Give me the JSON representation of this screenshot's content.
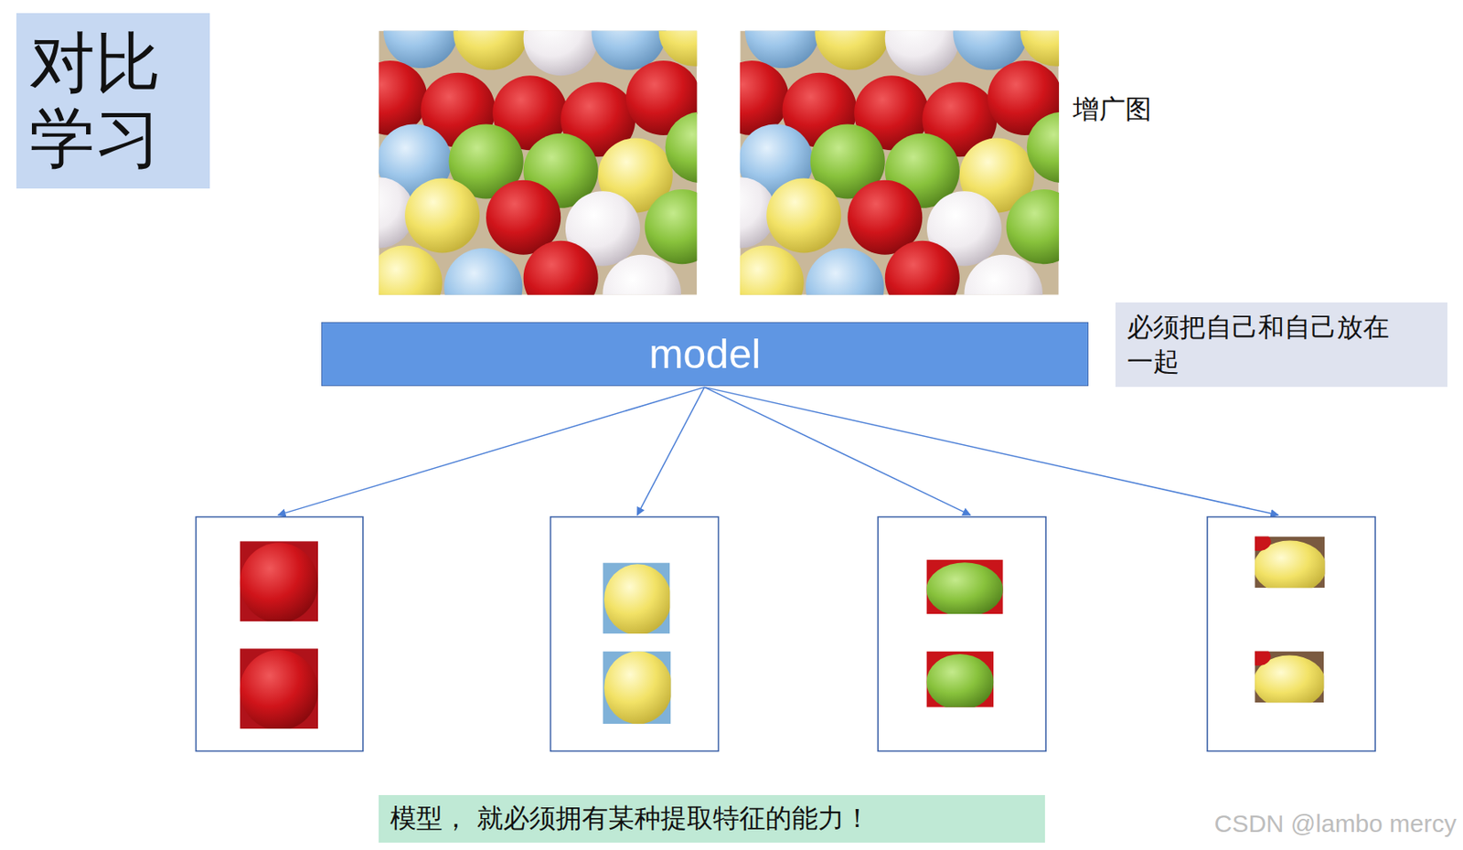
{
  "diagram": {
    "title": "对比 学习",
    "nodes": [
      {
        "text": [
          "model"
        ]
      },
      {
        "text": [
          "必须把自己和自己放在一起"
        ]
      },
      {
        "text": [
          "模型， 就必须拥有某种提取特征的能力！"
        ]
      }
    ],
    "labels": [
      "增广图",
      "CSDN @lambo mercy"
    ]
  }
}
